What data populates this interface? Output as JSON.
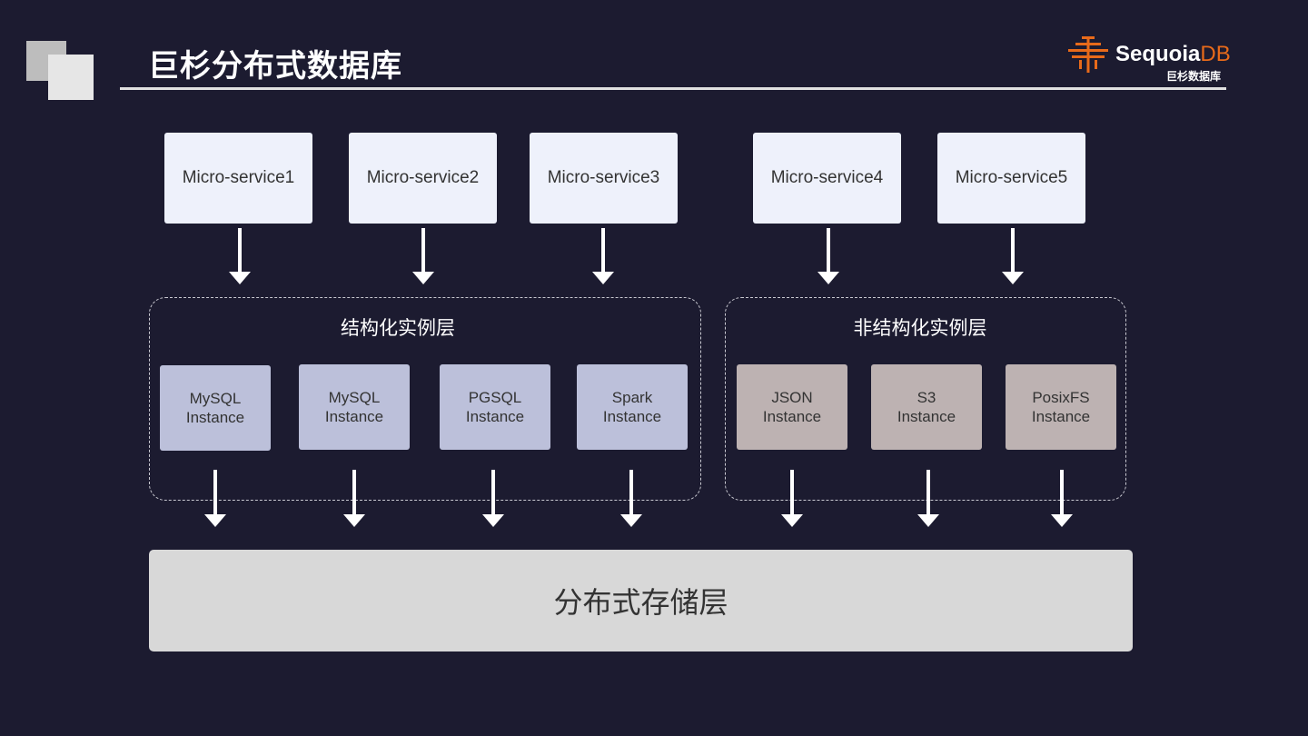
{
  "header": {
    "title": "巨杉分布式数据库",
    "logo_name": "Sequoia",
    "logo_suffix": "DB",
    "logo_subtitle": "巨杉数据库"
  },
  "microservices": [
    "Micro-service1",
    "Micro-service2",
    "Micro-service3",
    "Micro-service4",
    "Micro-service5"
  ],
  "structured_layer": {
    "label": "结构化实例层",
    "instances": [
      {
        "line1": "MySQL",
        "line2": "Instance"
      },
      {
        "line1": "MySQL",
        "line2": "Instance"
      },
      {
        "line1": "PGSQL",
        "line2": "Instance"
      },
      {
        "line1": "Spark",
        "line2": "Instance"
      }
    ]
  },
  "unstructured_layer": {
    "label": "非结构化实例层",
    "instances": [
      {
        "line1": "JSON",
        "line2": "Instance"
      },
      {
        "line1": "S3",
        "line2": "Instance"
      },
      {
        "line1": "PosixFS",
        "line2": "Instance"
      }
    ]
  },
  "storage_layer": {
    "label": "分布式存储层"
  },
  "colors": {
    "background": "#1c1b30",
    "microservice": "#eef1fb",
    "structured_instance": "#bcc0da",
    "unstructured_instance": "#bdb2b2",
    "storage": "#d8d8d8",
    "logo_accent": "#e86a1a"
  }
}
